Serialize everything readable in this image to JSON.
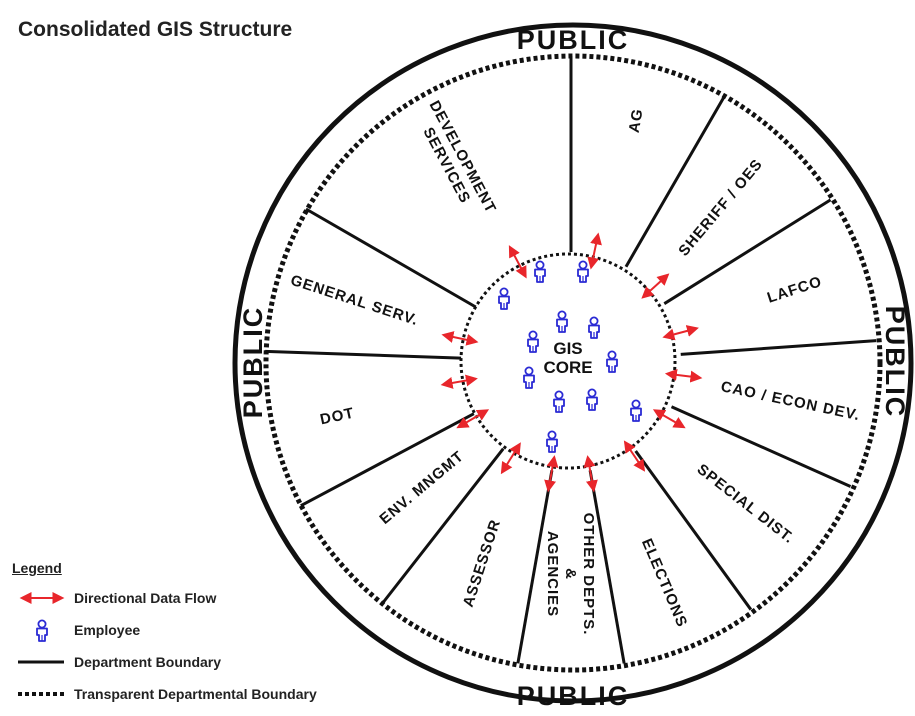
{
  "title": "Consolidated GIS Structure",
  "public_label": "PUBLIC",
  "core": {
    "line1": "GIS",
    "line2": "CORE"
  },
  "departments": [
    {
      "id": "ag",
      "lines": [
        "AG"
      ]
    },
    {
      "id": "sheriff",
      "lines": [
        "SHERIFF / OES"
      ]
    },
    {
      "id": "lafco",
      "lines": [
        "LAFCO"
      ]
    },
    {
      "id": "cao",
      "lines": [
        "CAO / ECON DEV."
      ]
    },
    {
      "id": "special-dist",
      "lines": [
        "SPECIAL DIST."
      ]
    },
    {
      "id": "elections",
      "lines": [
        "ELECTIONS"
      ]
    },
    {
      "id": "other-depts",
      "lines": [
        "OTHER DEPTS.",
        "&",
        "AGENCIES"
      ]
    },
    {
      "id": "assessor",
      "lines": [
        "ASSESSOR"
      ]
    },
    {
      "id": "env-mngmt",
      "lines": [
        "ENV. MNGMT"
      ]
    },
    {
      "id": "dot",
      "lines": [
        "DOT"
      ]
    },
    {
      "id": "general-serv",
      "lines": [
        "GENERAL SERV."
      ]
    },
    {
      "id": "development-services",
      "lines": [
        "DEVELOPMENT",
        "SERVICES"
      ]
    }
  ],
  "legend": {
    "title": "Legend",
    "items": [
      {
        "symbol": "arrow",
        "label": "Directional Data Flow"
      },
      {
        "symbol": "employee",
        "label": "Employee"
      },
      {
        "symbol": "solid-line",
        "label": "Department Boundary"
      },
      {
        "symbol": "dotted-line",
        "label": "Transparent Departmental Boundary"
      }
    ]
  },
  "colors": {
    "arrow": "#e8262b",
    "employee": "#2a2ad4",
    "line": "#111111"
  }
}
